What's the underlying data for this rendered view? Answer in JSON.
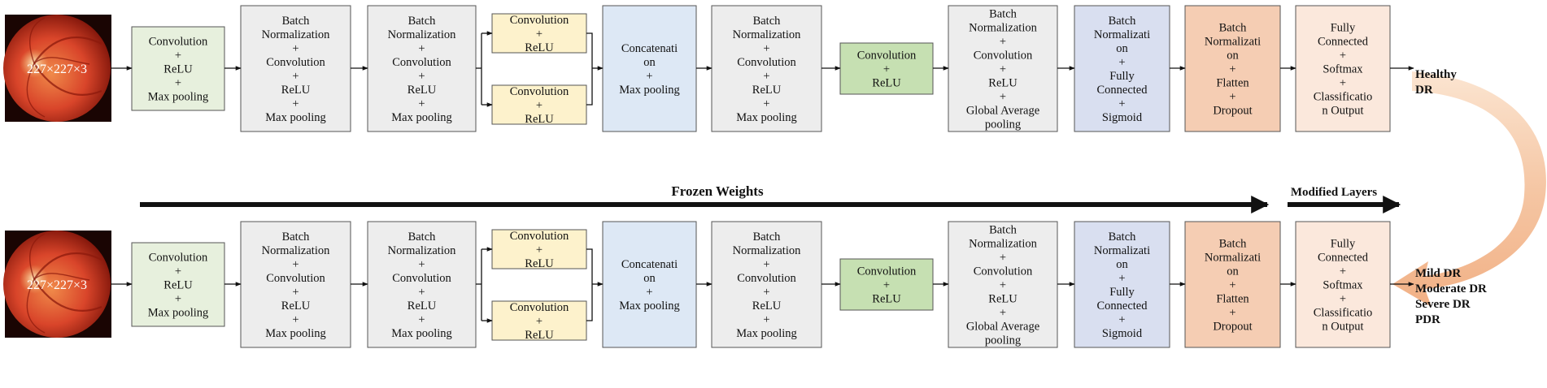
{
  "image": {
    "size_label": "227×227×3",
    "icon": "retina-fundus-icon"
  },
  "blocks": [
    {
      "name": "block-conv-relu-maxpool",
      "color": "#e7f0dd",
      "lines": [
        "Convolution",
        "+",
        "ReLU",
        "+",
        "Max pooling"
      ]
    },
    {
      "name": "block-bn-conv-relu-maxpool-1",
      "color": "#ededed",
      "lines": [
        "Batch",
        "Normalization",
        "+",
        "Convolution",
        "+",
        "ReLU",
        "+",
        "Max pooling"
      ]
    },
    {
      "name": "block-bn-conv-relu-maxpool-2",
      "color": "#ededed",
      "lines": [
        "Batch",
        "Normalization",
        "+",
        "Convolution",
        "+",
        "ReLU",
        "+",
        "Max pooling"
      ]
    },
    {
      "name": "block-parallel-conv-relu-top",
      "color": "#fdf2cc",
      "lines": [
        "Convolution",
        "+",
        "ReLU"
      ]
    },
    {
      "name": "block-parallel-conv-relu-bottom",
      "color": "#fdf2cc",
      "lines": [
        "Convolution",
        "+",
        "ReLU"
      ]
    },
    {
      "name": "block-concatenation-maxpool",
      "color": "#dde8f5",
      "lines": [
        "Concatenati",
        "on",
        "+",
        "Max pooling"
      ]
    },
    {
      "name": "block-bn-conv-relu-maxpool-3",
      "color": "#ededed",
      "lines": [
        "Batch",
        "Normalization",
        "+",
        "Convolution",
        "+",
        "ReLU",
        "+",
        "Max pooling"
      ]
    },
    {
      "name": "block-conv-relu-green",
      "color": "#c6e0b2",
      "lines": [
        "Convolution",
        "+",
        "ReLU"
      ]
    },
    {
      "name": "block-bn-conv-relu-gap",
      "color": "#ededed",
      "lines": [
        "Batch",
        "Normalization",
        "+",
        "Convolution",
        "+",
        "ReLU",
        "+",
        "Global Average",
        "pooling"
      ]
    },
    {
      "name": "block-bn-fc-sigmoid",
      "color": "#d9dff0",
      "lines": [
        "Batch",
        "Normalizati",
        "on",
        "+",
        "Fully",
        "Connected",
        "+",
        "Sigmoid"
      ]
    },
    {
      "name": "block-bn-flatten-dropout",
      "color": "#f5cdb3",
      "lines": [
        "Batch",
        "Normalizati",
        "on",
        "+",
        "Flatten",
        "+",
        "Dropout"
      ]
    },
    {
      "name": "block-fc-softmax-output",
      "color": "#fbe8dc",
      "lines": [
        "Fully",
        "Connected",
        "+",
        "Softmax",
        "+",
        "Classificatio",
        "n Output"
      ]
    }
  ],
  "labels": {
    "frozen_weights": "Frozen Weights",
    "modified_layers": "Modified Layers"
  },
  "outputs": {
    "top": [
      "Healthy",
      "DR"
    ],
    "bottom": [
      "Mild DR",
      "Moderate DR",
      "Severe DR",
      "PDR"
    ]
  },
  "colors": {
    "arrow": "#111111",
    "border": "#555555",
    "curve": "#f5c9a6"
  }
}
